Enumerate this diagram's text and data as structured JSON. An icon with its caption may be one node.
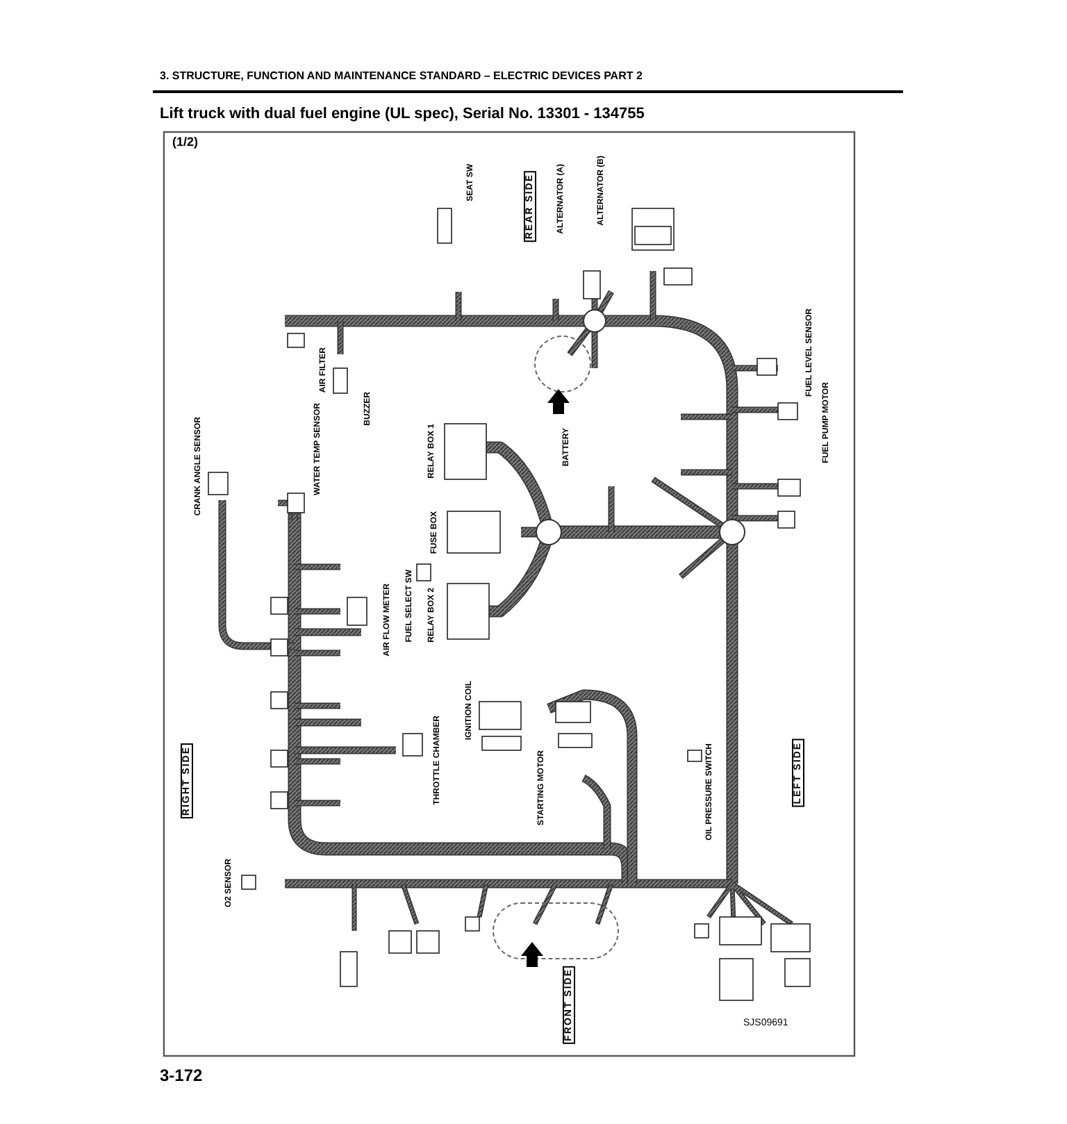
{
  "diagram": {
    "title": "Lift truck with dual fuel engine (UL spec), Serial No. 13301 - 134755",
    "labels": [
      "3. STRUCTURE, FUNCTION AND MAINTENANCE STANDARD – ELECTRIC DEVICES PART 2",
      "(1/2)",
      "REAR SIDE",
      "ALTERNATOR (A)",
      "ALTERNATOR (B)",
      "SEAT SW",
      "AIR FILTER",
      "BUZZER",
      "FUEL LEVEL SENSOR",
      "FUEL PUMP MOTOR",
      "RELAY BOX 1",
      "BATTERY",
      "FUSE BOX",
      "FUEL SELECT SW",
      "RELAY BOX 2",
      "CRANK ANGLE SENSOR",
      "WATER TEMP SENSOR",
      "AIR FLOW METER",
      "RIGHT SIDE",
      "THROTTLE CHAMBER",
      "IGNITION COIL",
      "STARTING MOTOR",
      "OIL PRESSURE SWITCH",
      "LEFT SIDE",
      "O2 SENSOR",
      "FRONT SIDE",
      "SJS09691",
      "3-172"
    ]
  }
}
